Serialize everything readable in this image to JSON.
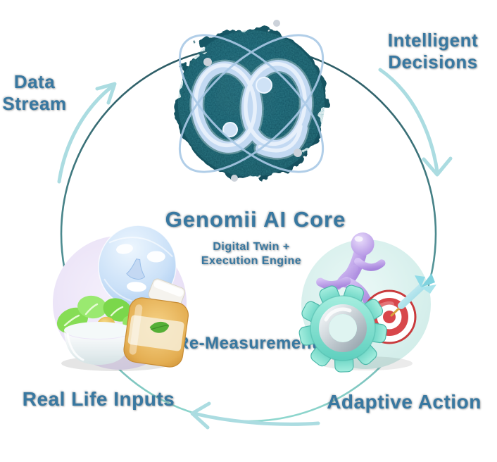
{
  "core": {
    "title": "Genomii AI Core",
    "subtitle": [
      "Digital Twin +",
      "Execution Engine"
    ],
    "icon": "atom-ai-core-logo"
  },
  "labels": {
    "data_stream": [
      "Data",
      "Stream"
    ],
    "intelligent_decisions": [
      "Intelligent",
      "Decisions"
    ],
    "real_life_inputs": "Real Life Inputs",
    "adaptive_action": "Adaptive Action",
    "re_measurement": "Re-Measurement"
  },
  "icons": {
    "core": "atom-ai-core-logo",
    "left_cluster": [
      "face-mask",
      "salad-bowl",
      "supplement-bottle"
    ],
    "right_cluster": [
      "running-figure",
      "gear",
      "target-with-dart"
    ],
    "arrows": [
      "curved-arrow-up-right",
      "curved-arrow-down",
      "curved-arrow-left"
    ],
    "cycle": "cycle-circle"
  },
  "colors": {
    "label_text": "#3878A1",
    "arrow": "#ABDCE1",
    "cycle_top": "#2A5862",
    "cycle_bottom": "#8FD8CF",
    "core_blob": "#14505F",
    "glyph": "#C3D9F2",
    "left_bubble": "#E9E2F6",
    "right_bubble": "#D9F0EC",
    "gear": "#7FE0D2",
    "target_red": "#D8474B",
    "runner_purple": "#C9B2F0",
    "bottle_amber": "#E2A94F",
    "mask_blue": "#BFDAF6",
    "salad_green": "#8ADE5A"
  }
}
